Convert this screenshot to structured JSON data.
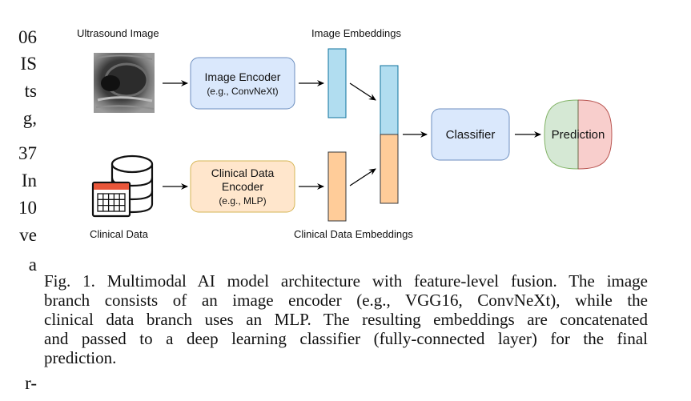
{
  "left_column_fragments": [
    "06",
    "IS",
    "ts",
    "g,",
    "37",
    "In",
    "10",
    "ve",
    "a",
    "r-"
  ],
  "figure": {
    "labels": {
      "ultrasound_image": "Ultrasound Image",
      "image_embeddings": "Image Embeddings",
      "clinical_data": "Clinical Data",
      "clinical_data_embeddings": "Clinical Data Embeddings"
    },
    "image_encoder": {
      "line1": "Image Encoder",
      "line2": "(e.g., ConvNeXt)"
    },
    "clinical_encoder": {
      "line1": "Clinical Data",
      "line2": "Encoder",
      "line3": "(e.g., MLP)"
    },
    "classifier": "Classifier",
    "prediction": "Prediction",
    "icons": [
      "ultrasound-image",
      "database-calendar-icon"
    ],
    "colors": {
      "image_blue": "#dae8fc",
      "image_blue_border": "#6c8ebf",
      "embed_blue": "#b1ddf0",
      "embed_blue_border": "#10739e",
      "clinical_orange": "#ffe6cc",
      "clinical_orange_border": "#d6b656",
      "embed_orange": "#ffcc99",
      "embed_orange_border": "#36393d",
      "pred_green": "#d5e8d4",
      "pred_red": "#f8cecc",
      "calendar_red": "#e8563a"
    }
  },
  "caption": {
    "lines": [
      "Fig. 1.  Multimodal AI model architecture with feature-level fusion. The image",
      "branch consists of an image encoder (e.g., VGG16, ConvNeXt), while the",
      "clinical data branch uses an MLP. The resulting embeddings are concatenated",
      "and passed to a deep learning classifier (fully-connected layer) for the final",
      "prediction."
    ]
  }
}
